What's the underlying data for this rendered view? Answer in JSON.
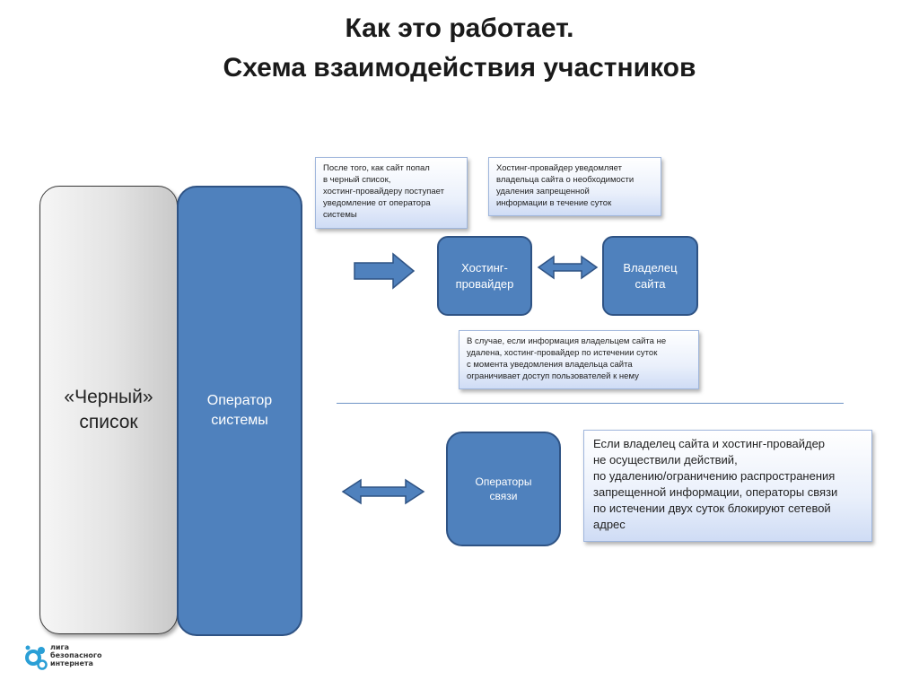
{
  "title": {
    "line1": "Как это работает.",
    "line2": "Схема взаимодействия участников"
  },
  "columns": {
    "blacklist": [
      "«Черный»",
      "список"
    ],
    "operator": [
      "Оператор",
      "системы"
    ]
  },
  "notes": {
    "a": [
      "После того, как сайт попал",
      "в черный список,",
      "хостинг-провайдеру поступает",
      "уведомление от оператора",
      "системы"
    ],
    "b": [
      "Хостинг-провайдер уведомляет",
      "владельца сайта о необходимости",
      "удаления запрещенной",
      "информации в течение суток"
    ],
    "c": [
      "В случае, если информация владельцем сайта не",
      "удалена, хостинг-провайдер по истечении суток",
      "с момента уведомления владельца сайта",
      "ограничивает доступ пользователей к нему"
    ],
    "d": [
      "Если владелец сайта и хостинг-провайдер",
      "не осуществили действий,",
      "по удалению/ограничению распространения",
      "запрещенной информации, операторы связи",
      "по истечении двух суток  блокируют сетевой",
      "адрес"
    ]
  },
  "boxes": {
    "hosting": [
      "Хостинг-",
      "провайдер"
    ],
    "owner": [
      "Владелец",
      "сайта"
    ],
    "operators": [
      "Операторы",
      "связи"
    ]
  },
  "logo": {
    "lines": [
      "лига",
      "безопасного",
      "интернета"
    ]
  },
  "colors": {
    "blue_fill": "#4f81bd",
    "blue_border": "#2f5384"
  }
}
